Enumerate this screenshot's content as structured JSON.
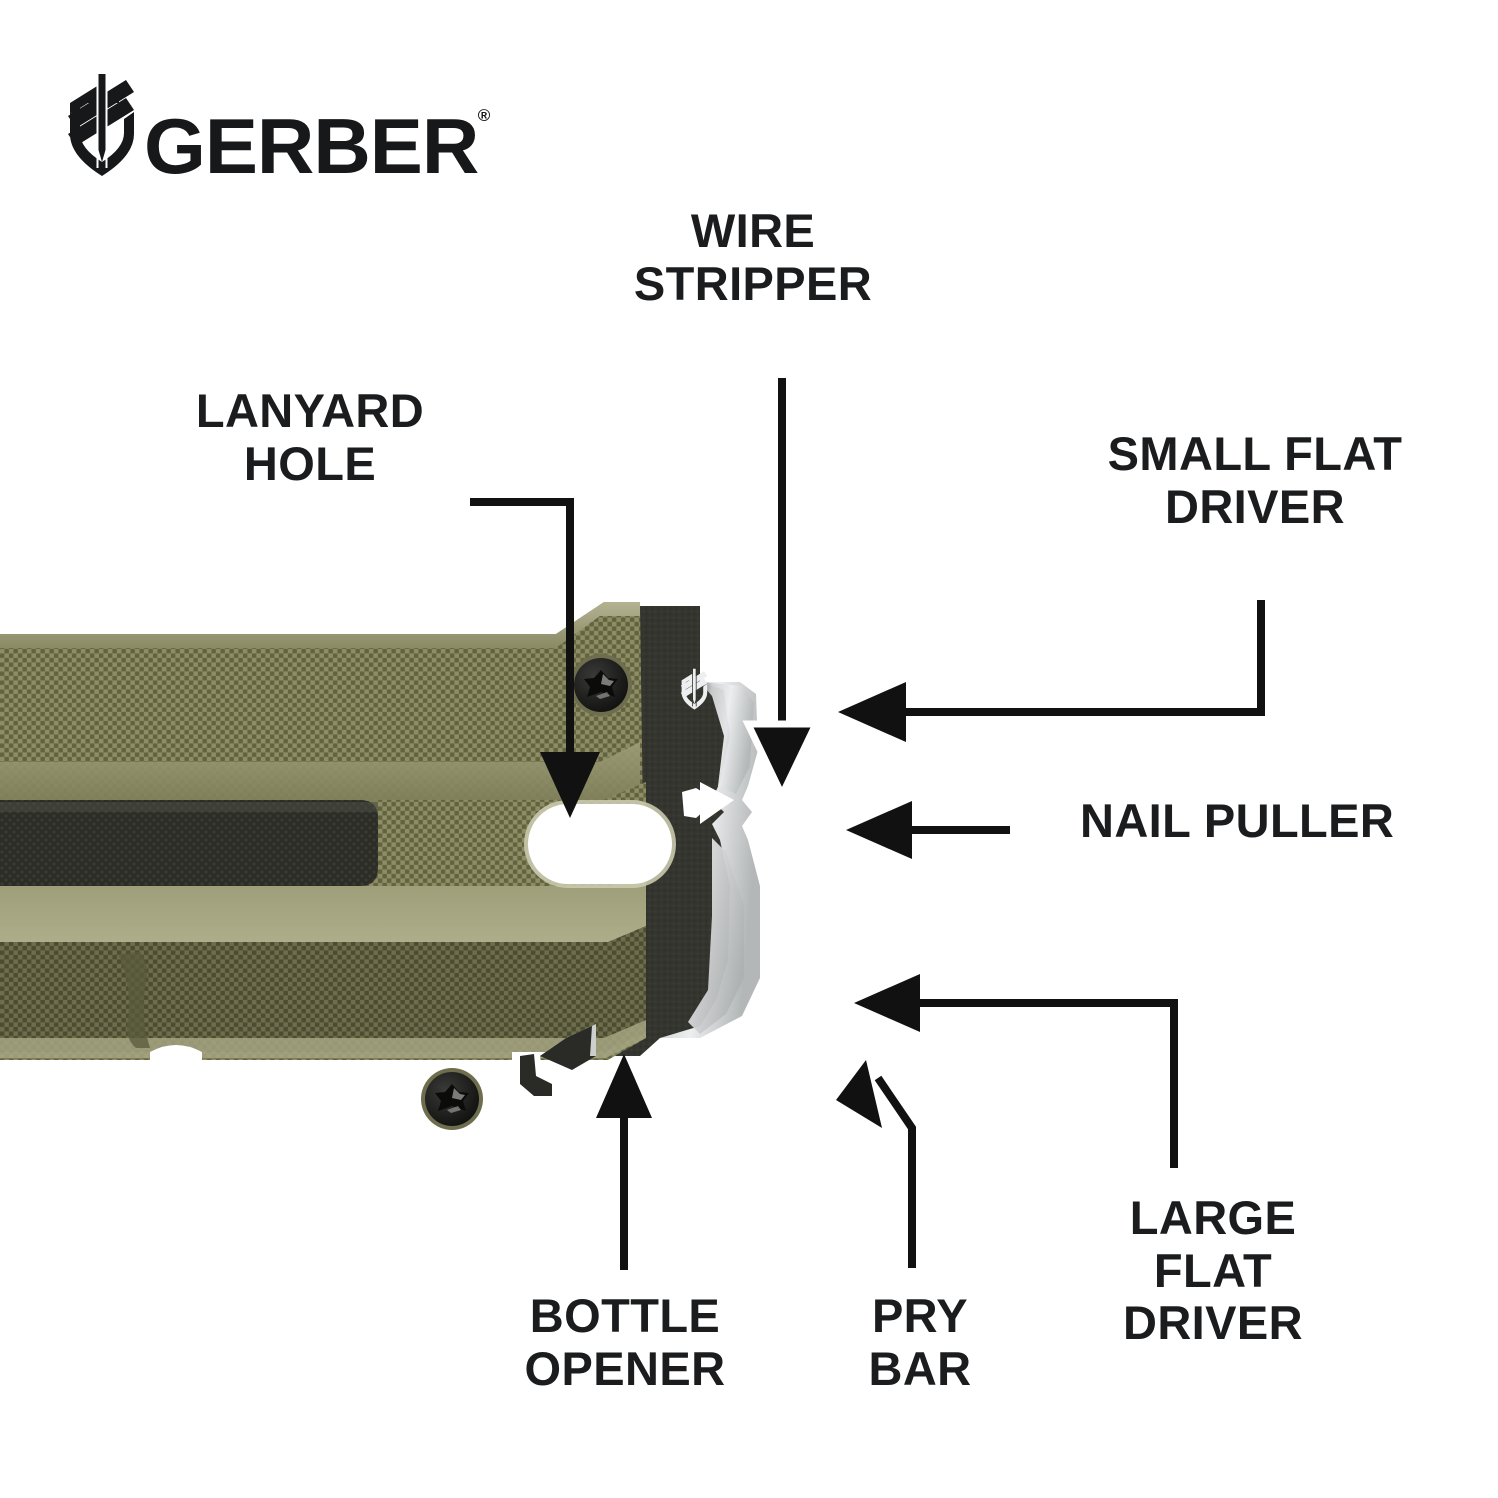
{
  "brand": {
    "name": "GERBER",
    "registered": "®",
    "logo_icon": "gerber-shield-sword-icon"
  },
  "product": {
    "type": "multi-tool-pry-bar",
    "handle_material": "G10 canvas",
    "colors": {
      "handle_green_light": "#9a9a73",
      "handle_green_mid": "#7e7e56",
      "handle_green_dark": "#5d5d3e",
      "handle_shadow": "#4a4a31",
      "blade_black": "#33342f",
      "blade_black_dark": "#242520",
      "bevel_silver": "#d8dadb",
      "bevel_silver_dark": "#a9acad",
      "screw_black": "#1a1a1a",
      "channel_dark": "#2e2f2a",
      "background": "#ffffff",
      "label_text": "#1b1c1e",
      "leader_line": "#111111"
    },
    "blade_logo_icon": "gerber-shield-sword-icon"
  },
  "callouts": [
    {
      "id": "wire-stripper",
      "label": "WIRE\nSTRIPPER",
      "align": "center",
      "leader": "vertical-down-arrow",
      "arrow_style": "outlined"
    },
    {
      "id": "lanyard-hole",
      "label": "LANYARD\nHOLE",
      "align": "center",
      "leader": "elbow-right-then-down-arrow",
      "arrow_style": "solid"
    },
    {
      "id": "small-flat-driver",
      "label": "SMALL FLAT\nDRIVER",
      "align": "center",
      "leader": "elbow-down-then-left-arrow",
      "arrow_style": "solid"
    },
    {
      "id": "nail-puller",
      "label": "NAIL PULLER",
      "align": "left",
      "leader": "horizontal-left-arrow",
      "arrow_style": "solid"
    },
    {
      "id": "bottle-opener",
      "label": "BOTTLE\nOPENER",
      "align": "center",
      "leader": "vertical-up-arrow",
      "arrow_style": "solid"
    },
    {
      "id": "pry-bar",
      "label": "PRY\nBAR",
      "align": "center",
      "leader": "bent-up-left-arrow",
      "arrow_style": "solid"
    },
    {
      "id": "large-flat-driver",
      "label": "LARGE\nFLAT\nDRIVER",
      "align": "center",
      "leader": "elbow-up-then-left-arrow",
      "arrow_style": "solid"
    }
  ]
}
